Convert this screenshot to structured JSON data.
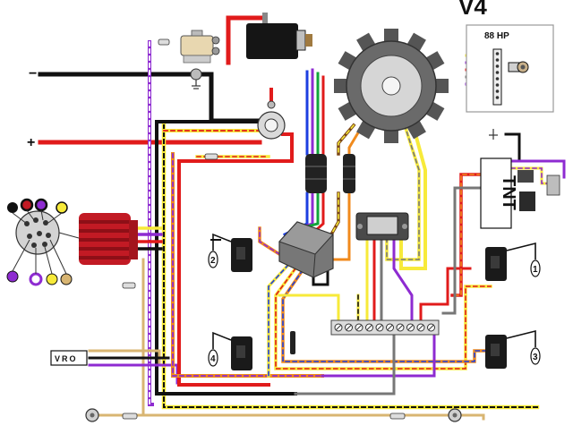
{
  "title": "V4",
  "inset": {
    "label": "88 HP"
  },
  "tnt": {
    "label": "TNT"
  },
  "battery": {
    "neg": "−",
    "pos": "+"
  },
  "vro": {
    "label": "VRO"
  },
  "coils": [
    "2",
    "4",
    "1",
    "3"
  ],
  "colors": {
    "black": "#111111",
    "red": "#e11b1b",
    "yellow": "#f7ea3a",
    "purple": "#8e2bd1",
    "orange": "#f08a1c",
    "tan": "#d8b572",
    "blue": "#1d3fe0",
    "green": "#12a53a",
    "gray": "#777777",
    "white": "#ffffff",
    "brown": "#7a4514",
    "redplug": "#c21a24"
  }
}
